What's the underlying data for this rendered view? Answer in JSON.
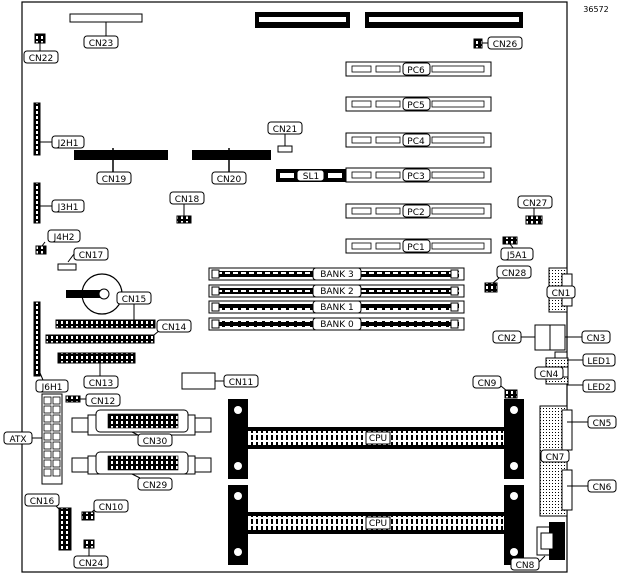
{
  "figure_id": "36572",
  "colors": {
    "ink": "#000000",
    "paper": "#ffffff",
    "stipple": "#d9d9d9"
  },
  "labels": {
    "CN23": "CN23",
    "CN22": "CN22",
    "CN26": "CN26",
    "PC6": "PC6",
    "PC5": "PC5",
    "PC4": "PC4",
    "PC3": "PC3",
    "PC2": "PC2",
    "PC1": "PC1",
    "SL1": "SL1",
    "CN21": "CN21",
    "J2H1": "J2H1",
    "CN19": "CN19",
    "CN20": "CN20",
    "J3H1": "J3H1",
    "CN18": "CN18",
    "CN27": "CN27",
    "J4H2": "J4H2",
    "CN17": "CN17",
    "J5A1": "J5A1",
    "CN28": "CN28",
    "BANK3": "BANK 3",
    "BANK2": "BANK 2",
    "BANK1": "BANK 1",
    "BANK0": "BANK 0",
    "CN1": "CN1",
    "CN15": "CN15",
    "CN14": "CN14",
    "CN2": "CN2",
    "CN3": "CN3",
    "LED1": "LED1",
    "CN4": "CN4",
    "LED2": "LED2",
    "CN13": "CN13",
    "CN11": "CN11",
    "J6H1": "J6H1",
    "CN9": "CN9",
    "CN12": "CN12",
    "CN5": "CN5",
    "ATX": "ATX",
    "CN30": "CN30",
    "CPU": "CPU",
    "CN7": "CN7",
    "CN29": "CN29",
    "CN6": "CN6",
    "CN16": "CN16",
    "CN10": "CN10",
    "CN24": "CN24",
    "CN8": "CN8"
  }
}
